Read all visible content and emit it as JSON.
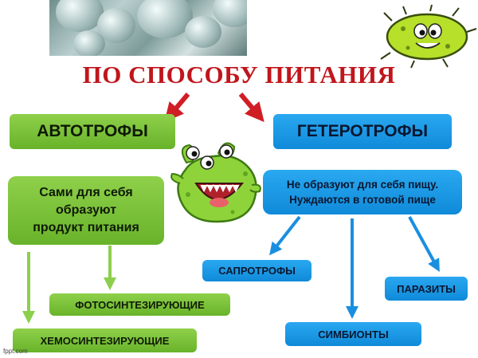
{
  "title": "ПО СПОСОБУ ПИТАНИЯ",
  "autotrophs": {
    "label": "АВТОТРОФЫ",
    "desc_lines": [
      "Сами для себя",
      "образуют",
      "продукт питания"
    ],
    "types": [
      "ФОТОСИНТЕЗИРУЮЩИЕ",
      "ХЕМОСИНТЕЗИРУЮЩИЕ"
    ]
  },
  "heterotrophs": {
    "label": "ГЕТЕРОТРОФЫ",
    "desc_lines": [
      "Не образуют для себя пищу.",
      "Нуждаются в готовой пище"
    ],
    "types": [
      "САПРОТРОФЫ",
      "ПАРАЗИТЫ",
      "СИМБИОНТЫ"
    ]
  },
  "footer": "fppt.com",
  "colors": {
    "title": "#c0161c",
    "green_box": "#7cc23a",
    "blue_box": "#1a9be6",
    "red_arrow": "#d01e25",
    "green_arrow": "#8ccf4d",
    "blue_arrow": "#1a8fe0"
  },
  "icons": [
    "microbe-photo",
    "cartoon-bacterium-icon",
    "green-monster-icon"
  ]
}
